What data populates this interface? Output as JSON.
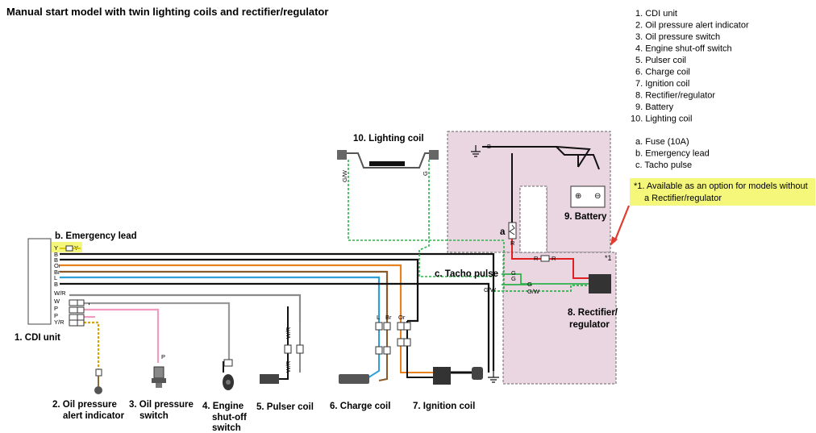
{
  "title": "Manual start model with twin lighting coils and rectifier/regulator",
  "legend_numbered": [
    "1. CDI unit",
    "2. Oil pressure alert indicator",
    "3. Oil pressure switch",
    "4. Engine shut-off switch",
    "5. Pulser coil",
    "6. Charge coil",
    "7. Ignition coil",
    "8. Rectifier/regulator",
    "9. Battery",
    "10. Lighting coil"
  ],
  "legend_lettered": [
    "a. Fuse (10A)",
    "b. Emergency lead",
    "c. Tacho pulse"
  ],
  "note": {
    "line1": "*1. Available as an option for models without",
    "line2": "a Rectifier/regulator",
    "marker": "*1"
  },
  "components": {
    "cdi": "1. CDI unit",
    "oil_alert_l1": "2. Oil pressure",
    "oil_alert_l2": "alert indicator",
    "oil_switch_l1": "3. Oil pressure",
    "oil_switch_l2": "switch",
    "shutoff_l1": "4. Engine",
    "shutoff_l2": "shut-off",
    "shutoff_l3": "switch",
    "pulser": "5. Pulser coil",
    "charge": "6. Charge coil",
    "ignition": "7. Ignition coil",
    "rectifier_l1": "8. Rectifier/",
    "rectifier_l2": "regulator",
    "battery": "9. Battery",
    "lighting": "10. Lighting coil",
    "emergency": "b. Emergency lead",
    "tacho": "c. Tacho pulse",
    "fuse": "a"
  },
  "cdi_wire_codes": [
    "Y",
    "B",
    "B",
    "Or",
    "Br",
    "L",
    "B",
    "W/R",
    "W",
    "P",
    "P",
    "Y/R"
  ],
  "wire_codes": {
    "y_pair": "Y",
    "wr": "W/R",
    "b": "B",
    "p": "P",
    "l": "L",
    "br": "Br",
    "or": "Or",
    "g": "G",
    "gw": "G/W",
    "r": "R",
    "plus": "⊕",
    "minus": "⊖"
  },
  "colors": {
    "black": "#111111",
    "orange": "#e8821e",
    "brown": "#8b5a2b",
    "blue": "#2e9fd8",
    "pink": "#f29ac0",
    "red": "#e02020",
    "green": "#2fb24c",
    "yellow_hl": "#f4f77a",
    "pink_zone": "#ead6e0",
    "gray_wire": "#9a9a9a"
  }
}
